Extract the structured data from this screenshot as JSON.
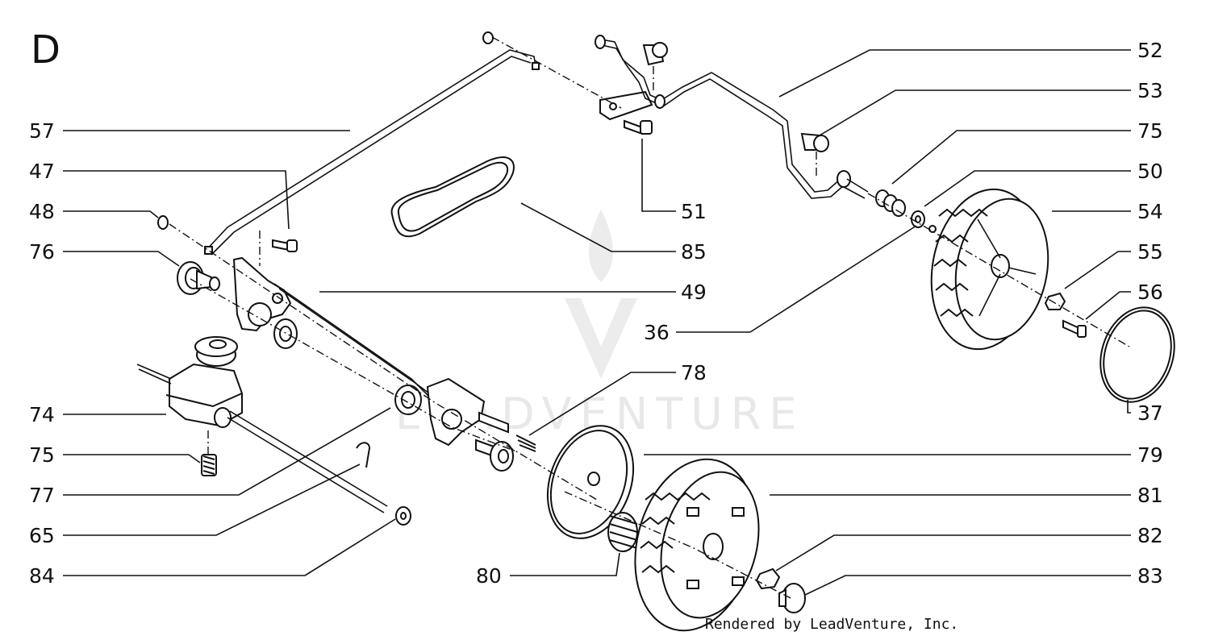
{
  "section_letter": "D",
  "credit": "Rendered by LeadVenture, Inc.",
  "watermark": {
    "text": "LEADVENTURE",
    "color": "#e8e8e8"
  },
  "callouts": [
    {
      "id": "c52",
      "label": "52"
    },
    {
      "id": "c53",
      "label": "53"
    },
    {
      "id": "c75r",
      "label": "75"
    },
    {
      "id": "c50",
      "label": "50"
    },
    {
      "id": "c54",
      "label": "54"
    },
    {
      "id": "c55",
      "label": "55"
    },
    {
      "id": "c56",
      "label": "56"
    },
    {
      "id": "c37",
      "label": "37"
    },
    {
      "id": "c79",
      "label": "79"
    },
    {
      "id": "c81",
      "label": "81"
    },
    {
      "id": "c82",
      "label": "82"
    },
    {
      "id": "c83",
      "label": "83"
    },
    {
      "id": "c57",
      "label": "57"
    },
    {
      "id": "c47",
      "label": "47"
    },
    {
      "id": "c48",
      "label": "48"
    },
    {
      "id": "c76",
      "label": "76"
    },
    {
      "id": "c74",
      "label": "74"
    },
    {
      "id": "c75l",
      "label": "75"
    },
    {
      "id": "c77",
      "label": "77"
    },
    {
      "id": "c65",
      "label": "65"
    },
    {
      "id": "c84",
      "label": "84"
    },
    {
      "id": "c51",
      "label": "51"
    },
    {
      "id": "c85",
      "label": "85"
    },
    {
      "id": "c49",
      "label": "49"
    },
    {
      "id": "c36",
      "label": "36"
    },
    {
      "id": "c78",
      "label": "78"
    },
    {
      "id": "c80",
      "label": "80"
    }
  ]
}
